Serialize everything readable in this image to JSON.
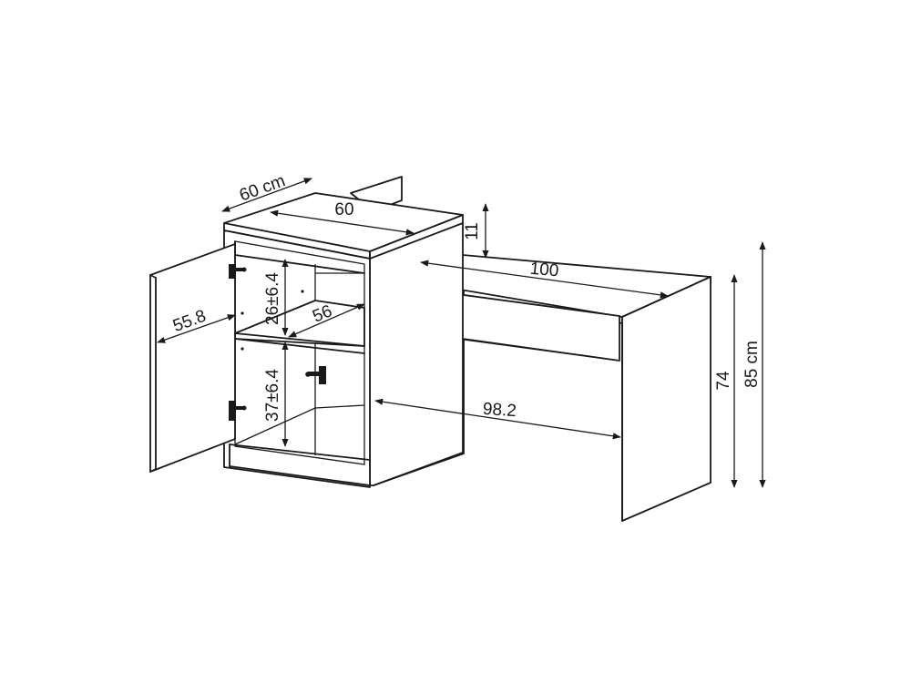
{
  "diagram": {
    "labels": {
      "top_depth": "60 cm",
      "top_width": "60",
      "drawer_height": "11",
      "desk_width": "100",
      "door_width": "55.8",
      "shelf_height_upper": "26±6.4",
      "shelf_depth": "56",
      "shelf_height_lower": "37±6.4",
      "desk_inner_width": "98.2",
      "desk_height": "74",
      "total_height": "85 cm"
    },
    "colors": {
      "line": "#1a1a1a",
      "background": "#ffffff"
    }
  }
}
